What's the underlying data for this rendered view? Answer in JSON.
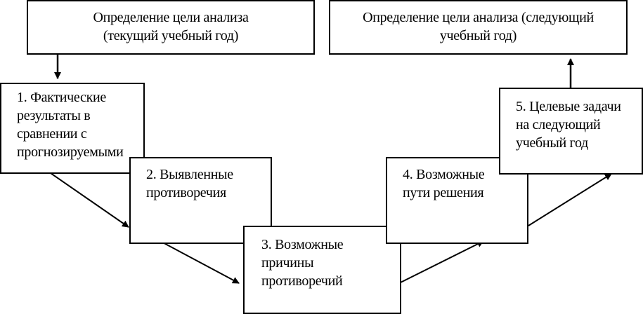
{
  "diagram": {
    "top_left": {
      "line1": "Определение цели анализа",
      "line2": "(текущий учебный год)"
    },
    "top_right": {
      "line1": "Определение цели анализа (следующий",
      "line2": "учебный год)"
    },
    "step1": {
      "line1": "1. Фактические",
      "line2": "результаты в",
      "line3": "сравнении  с",
      "line4": "прогнозируемыми"
    },
    "step2": {
      "line1": "2. Выявленные",
      "line2": "противоречия"
    },
    "step3": {
      "line1": "3. Возможные",
      "line2": "причины",
      "line3": "противоречий"
    },
    "step4": {
      "line1": "4. Возможные",
      "line2": "пути решения"
    },
    "step5": {
      "line1": "5. Целевые задачи",
      "line2": "на следующий",
      "line3": "учебный год"
    }
  }
}
